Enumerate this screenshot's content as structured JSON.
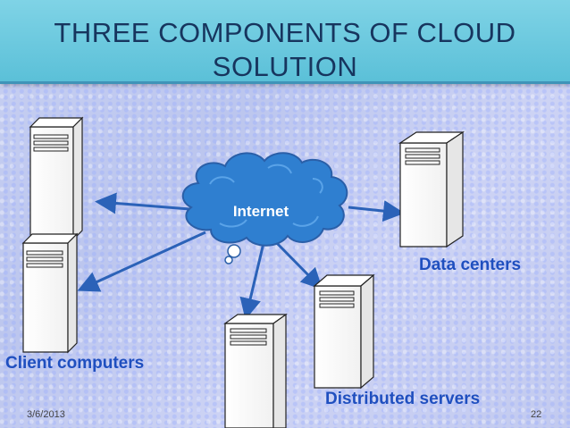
{
  "title": {
    "line1": "THREE COMPONENTS OF CLOUD",
    "line2": "SOLUTION"
  },
  "nodes": {
    "internet": "Internet",
    "data_centers": "Data centers",
    "client_computers": "Client computers",
    "distributed_servers": "Distributed servers"
  },
  "footer": {
    "date": "3/6/2013",
    "page": "22"
  },
  "colors": {
    "banner": "#5bc0d8",
    "title_text": "#17355e",
    "cloud_fill": "#2f7fd0",
    "arrow": "#2b62b8",
    "label_text": "#1f4fbf"
  }
}
